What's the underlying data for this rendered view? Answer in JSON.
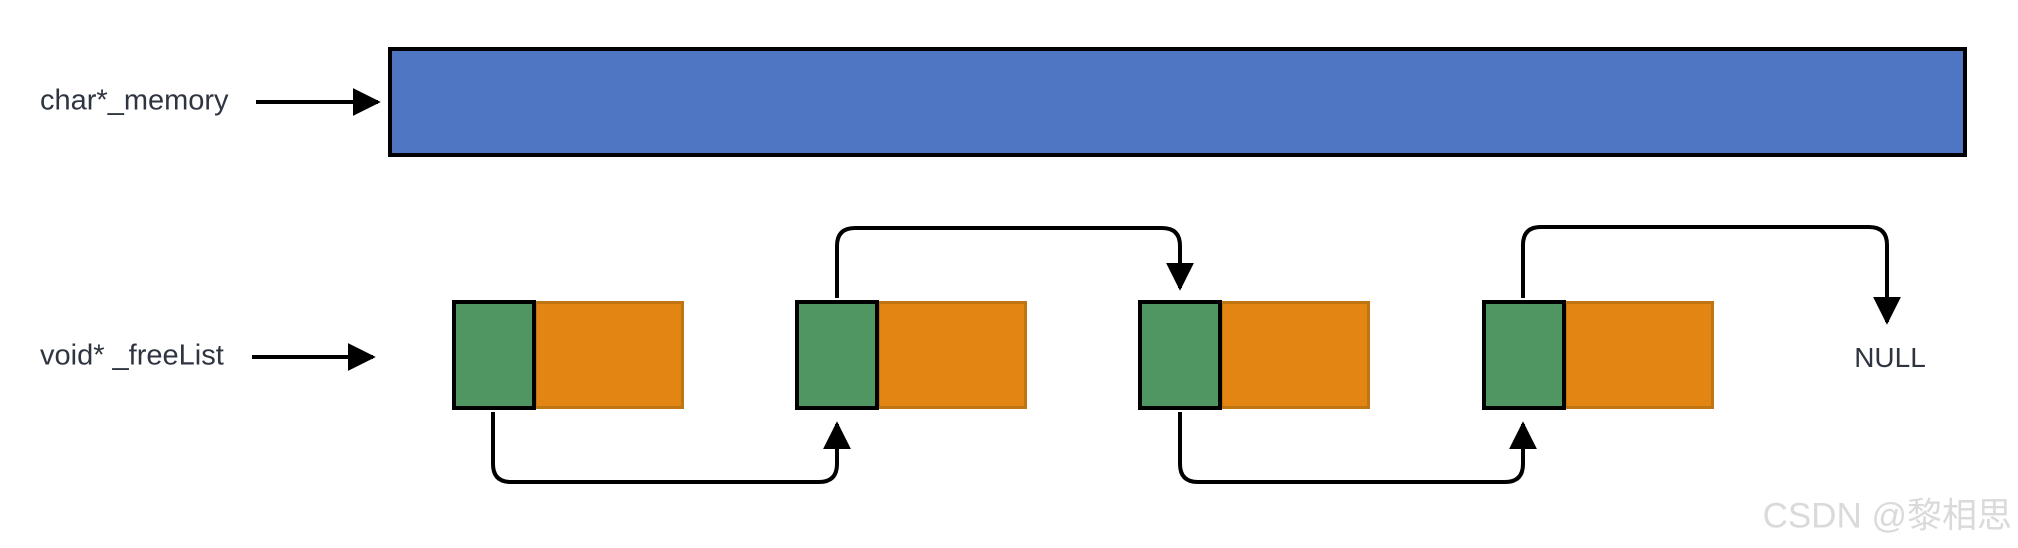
{
  "diagram": {
    "memory_label": "char*_memory",
    "freelist_label": "void* _freeList",
    "null_label": "NULL",
    "node_count": 4,
    "description": "memory pool: char* _memory points to one big blue block; void* _freeList points to a singly linked list of 4 free blocks (green = next-pointer field, orange = rest of block) ending in NULL"
  },
  "colors": {
    "memory_fill": "#4e76c3",
    "node_ptr_fill": "#4f9663",
    "node_data_fill": "#e28513",
    "node_data_border": "#bf7612",
    "line": "#000000",
    "text": "#2e3440",
    "watermark": "#dadada"
  },
  "watermark": {
    "text": "CSDN @黎相思"
  }
}
